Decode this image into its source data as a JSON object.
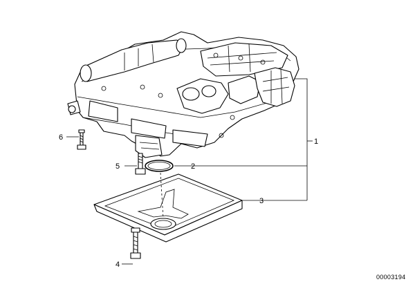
{
  "diagram": {
    "callouts": [
      "1",
      "2",
      "3",
      "4",
      "5",
      "6"
    ],
    "document_number": "00003194"
  }
}
